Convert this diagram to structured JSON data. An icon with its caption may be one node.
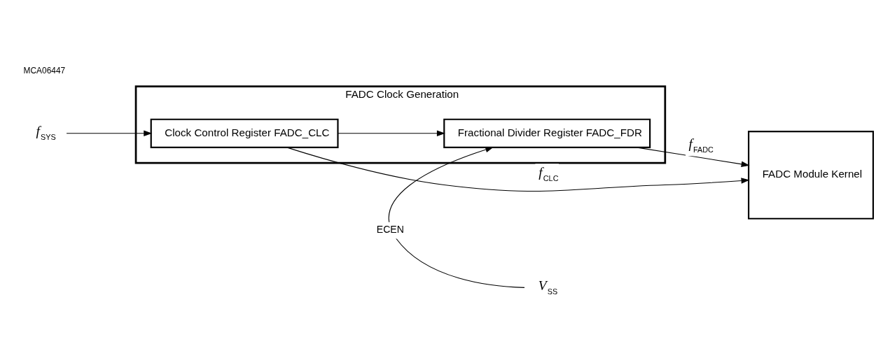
{
  "diagram": {
    "nodes": [
      {
        "text": [
          "FADC Clock Generation"
        ]
      },
      {
        "text": [
          "Clock Control Register FADC_CLC"
        ],
        "in": 0
      },
      {
        "text": [
          "Fractional Divider Register FADC_FDR"
        ],
        "in": 0
      },
      {
        "text": [
          "FADC Module Kernel"
        ]
      },
      {
        "text": [
          "*f*$_{SYS}$"
        ]
      },
      {
        "text": [
          "*V*$_{SS}$"
        ]
      }
    ],
    "edges": [
      {
        "from": 4,
        "to": 1,
        "arrow": "to"
      },
      {
        "from": 1,
        "to": 2,
        "arrow": "to"
      },
      {
        "from": 2,
        "to": 3,
        "arrow": "to",
        "label": "*f*$_{FADC}$"
      },
      {
        "from": 1,
        "to": 3,
        "arrow": "to",
        "label": "*f*$_{CLC}$"
      },
      {
        "from": 5,
        "to": 2,
        "arrow": "to",
        "label": "ECEN"
      }
    ],
    "labels": [
      "MCA06447"
    ]
  }
}
